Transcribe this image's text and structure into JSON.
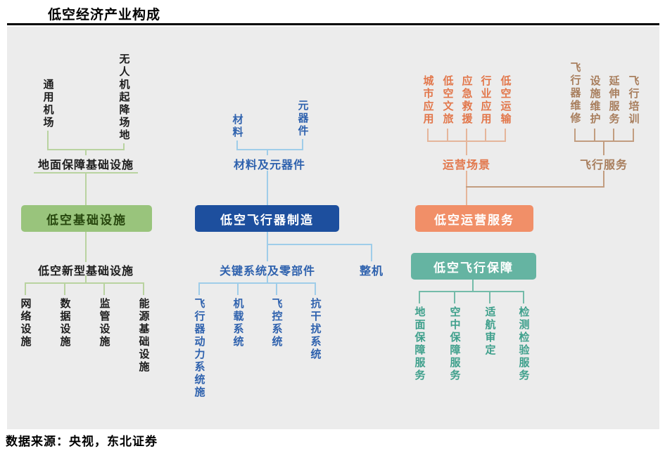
{
  "page": {
    "title": "低空经济产业构成",
    "source": "数据来源：央视，东北证券"
  },
  "left": {
    "top_items": [
      "通用机场",
      "无人机起降场地"
    ],
    "mid_label": "地面保障基础设施",
    "box": "低空基础设施",
    "sub_label": "低空新型基础设施",
    "bottom_items": [
      "网络设施",
      "数据设施",
      "监管设施",
      "能源基础设施"
    ]
  },
  "middle": {
    "top_items": [
      "材料",
      "元器件"
    ],
    "mid_label": "材料及元器件",
    "box": "低空飞行器制造",
    "sub_label": "关键系统及零部件",
    "side_label": "整机",
    "bottom_items": [
      "飞行器动力系统施",
      "机载系统",
      "飞控系统",
      "抗干扰系统"
    ]
  },
  "right": {
    "scene_items": [
      "城市应用",
      "低空文旅",
      "应急救援",
      "行业应用",
      "低空运输"
    ],
    "scene_label": "运营场景",
    "service_items": [
      "飞行器维修",
      "设施维护",
      "延伸服务",
      "飞行培训"
    ],
    "service_label": "飞行服务",
    "box_ops": "低空运营服务",
    "box_support": "低空飞行保障",
    "bottom_items": [
      "地面保障服务",
      "空中保障服务",
      "适航审定",
      "检测检验服务"
    ]
  },
  "colors": {
    "green_box": "#99c47c",
    "blue_box": "#1d4f9e",
    "orange_box": "#f18f68",
    "teal_box": "#65b4a2",
    "blue_text": "#2f62ae",
    "orange_text": "#e2774b",
    "brown_text": "#a87e5d",
    "teal_text": "#3fa08c",
    "panel_bg": "#ececec"
  }
}
